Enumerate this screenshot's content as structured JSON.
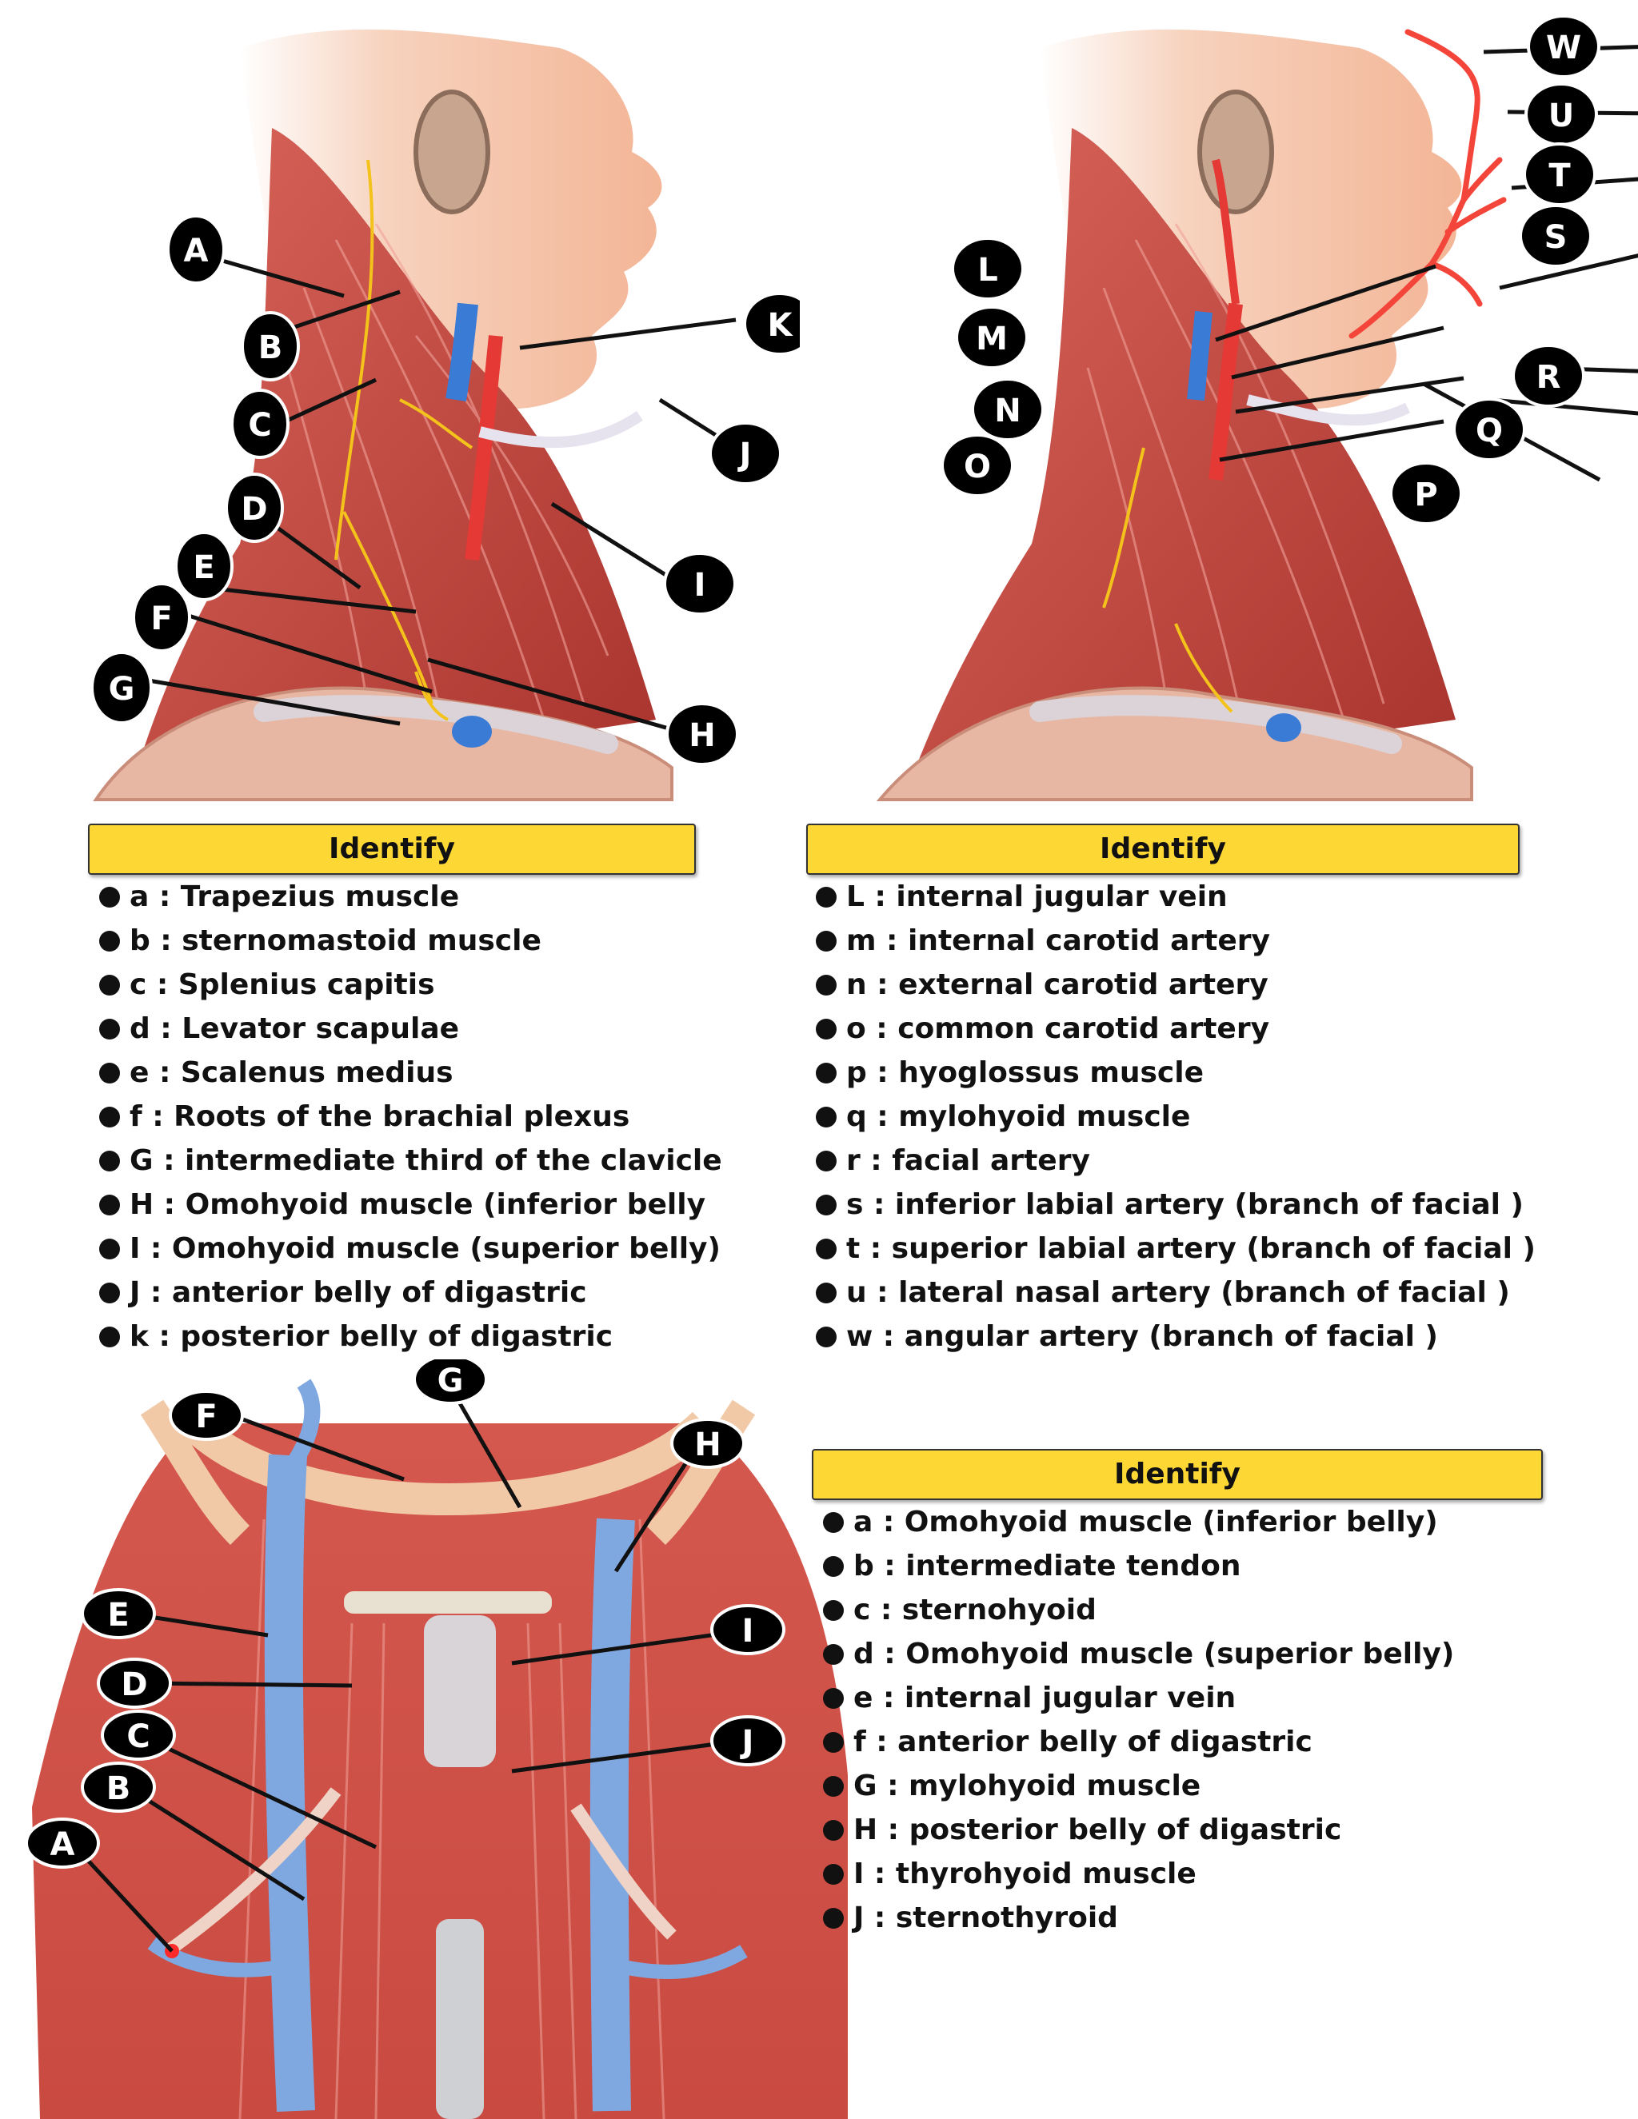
{
  "colors": {
    "header_fill": "#fdd835",
    "muscle": "#c9443d",
    "muscle_dark": "#9e2f2b",
    "skin": "#f7c3a6",
    "vein": "#3a7bd5",
    "artery": "#e53935",
    "nerve": "#f4c31b",
    "marker": "#000000"
  },
  "panel1": {
    "markers": [
      "A",
      "B",
      "C",
      "D",
      "E",
      "F",
      "G",
      "H",
      "I",
      "J",
      "K"
    ],
    "header": "Identify",
    "items": [
      "a :  Trapezius muscle",
      "b : sternomastoid muscle",
      "c :  Splenius capitis",
      "d : Levator scapulae",
      "e : Scalenus medius",
      "f : Roots of the brachial plexus",
      "G :  intermediate third of the clavicle",
      "H : Omohyoid muscle (inferior belly",
      "I : Omohyoid muscle (superior belly)",
      "J : anterior belly of  digastric",
      "k : posterior belly of  digastric"
    ]
  },
  "panel2": {
    "markers": [
      "W",
      "U",
      "T",
      "S",
      "L",
      "M",
      "N",
      "O",
      "R",
      "Q",
      "P"
    ],
    "header": "Identify",
    "items": [
      "L : internal jugular vein",
      "m : internal carotid artery",
      "n : external carotid artery",
      "o : common carotid artery",
      "p : hyoglossus  muscle",
      "q : mylohyoid muscle",
      "r :  facial artery",
      "s : inferior labial artery (branch of facial )",
      "t : superior labial artery (branch of facial )",
      "u : lateral nasal artery (branch of facial )",
      "w : angular artery (branch of facial )"
    ]
  },
  "panel3": {
    "markers": [
      "F",
      "G",
      "H",
      "E",
      "I",
      "D",
      "J",
      "C",
      "B",
      "A"
    ],
    "header": "Identify",
    "items": [
      "a :  Omohyoid muscle (inferior belly)",
      "b : intermediate tendon",
      "c :  sternohyoid",
      "d : Omohyoid muscle (superior belly)",
      "e : internal jugular vein",
      "f : anterior belly of  digastric",
      "G : mylohyoid muscle",
      "H : posterior belly of  digastric",
      "I : thyrohyoid muscle",
      "J : sternothyroid"
    ]
  }
}
